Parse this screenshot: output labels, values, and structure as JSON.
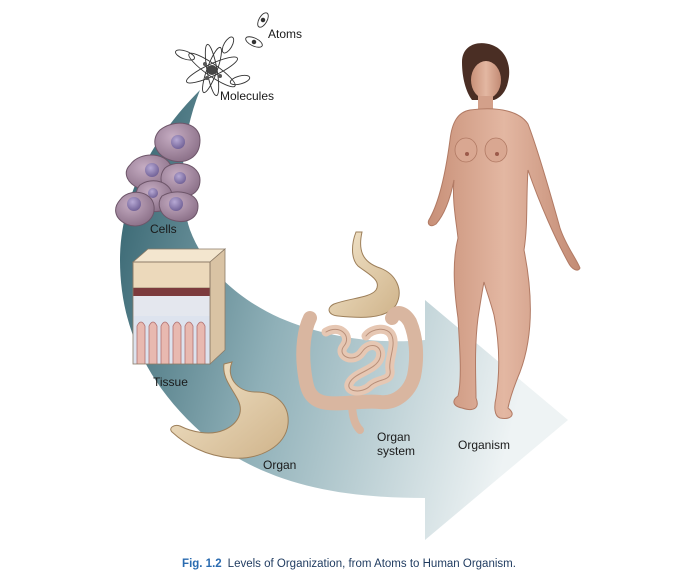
{
  "labels": {
    "atoms": "Atoms",
    "molecules": "Molecules",
    "cells": "Cells",
    "tissue": "Tissue",
    "organ": "Organ",
    "organ_system": "Organ\nsystem",
    "organism": "Organism"
  },
  "caption": {
    "figure_number": "Fig. 1.2",
    "text": "Levels of Organization, from Atoms to Human Organism."
  },
  "colors": {
    "arrow_dark": "#2f5f6b",
    "arrow_light": "#eef3f4",
    "cell_fill": "#9a7f96",
    "nucleus_fill": "#8a7aa8",
    "organ_fill": "#e9d6b3",
    "skin_fill": "#d9a791",
    "hair_fill": "#4a2e24",
    "caption_color": "#1e3a5f",
    "figure_number_color": "#2a6bb0"
  }
}
